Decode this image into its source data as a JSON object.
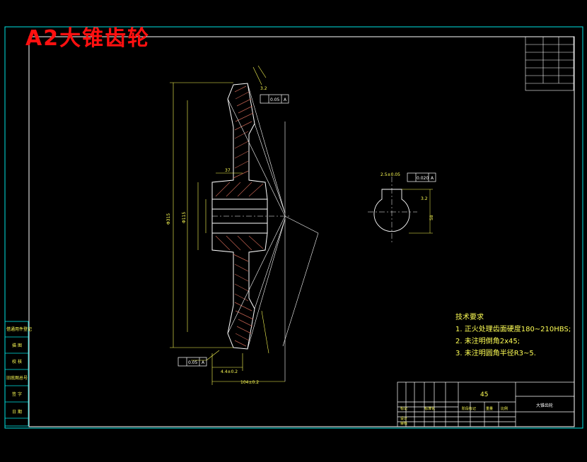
{
  "title": "A2大锥齿轮",
  "tech_requirements": {
    "heading": "技术要求",
    "items": [
      "1. 正火处理齿面硬度180~210HBS;",
      "2. 未注明倒角2x45;",
      "3. 未注明圆角半径R3~5."
    ]
  },
  "side_stamps": [
    "借通用件登记",
    "描  图",
    "校  核",
    "旧底图总号",
    "签  字",
    "日  期"
  ],
  "title_block": {
    "material": "45",
    "part_name": "大锥齿轮"
  },
  "dimensions": {
    "tol_top": "0.05",
    "tol_bottom": "0.05",
    "tol_side": "0.020",
    "roughness": "3.2",
    "keyway": "2.5±0.05",
    "bore_depth": "58",
    "hub_len": "37",
    "left_dia_outer": "Φ315",
    "left_dia_inner": "Φ115",
    "bottom_1": "4.4±0.2",
    "bottom_2": "104±0.2"
  },
  "colors": {
    "frame": "#00e5e5",
    "geometry": "#ffffff",
    "dims": "#ffff55",
    "hatch": "#c06050",
    "title": "#ff1010"
  }
}
